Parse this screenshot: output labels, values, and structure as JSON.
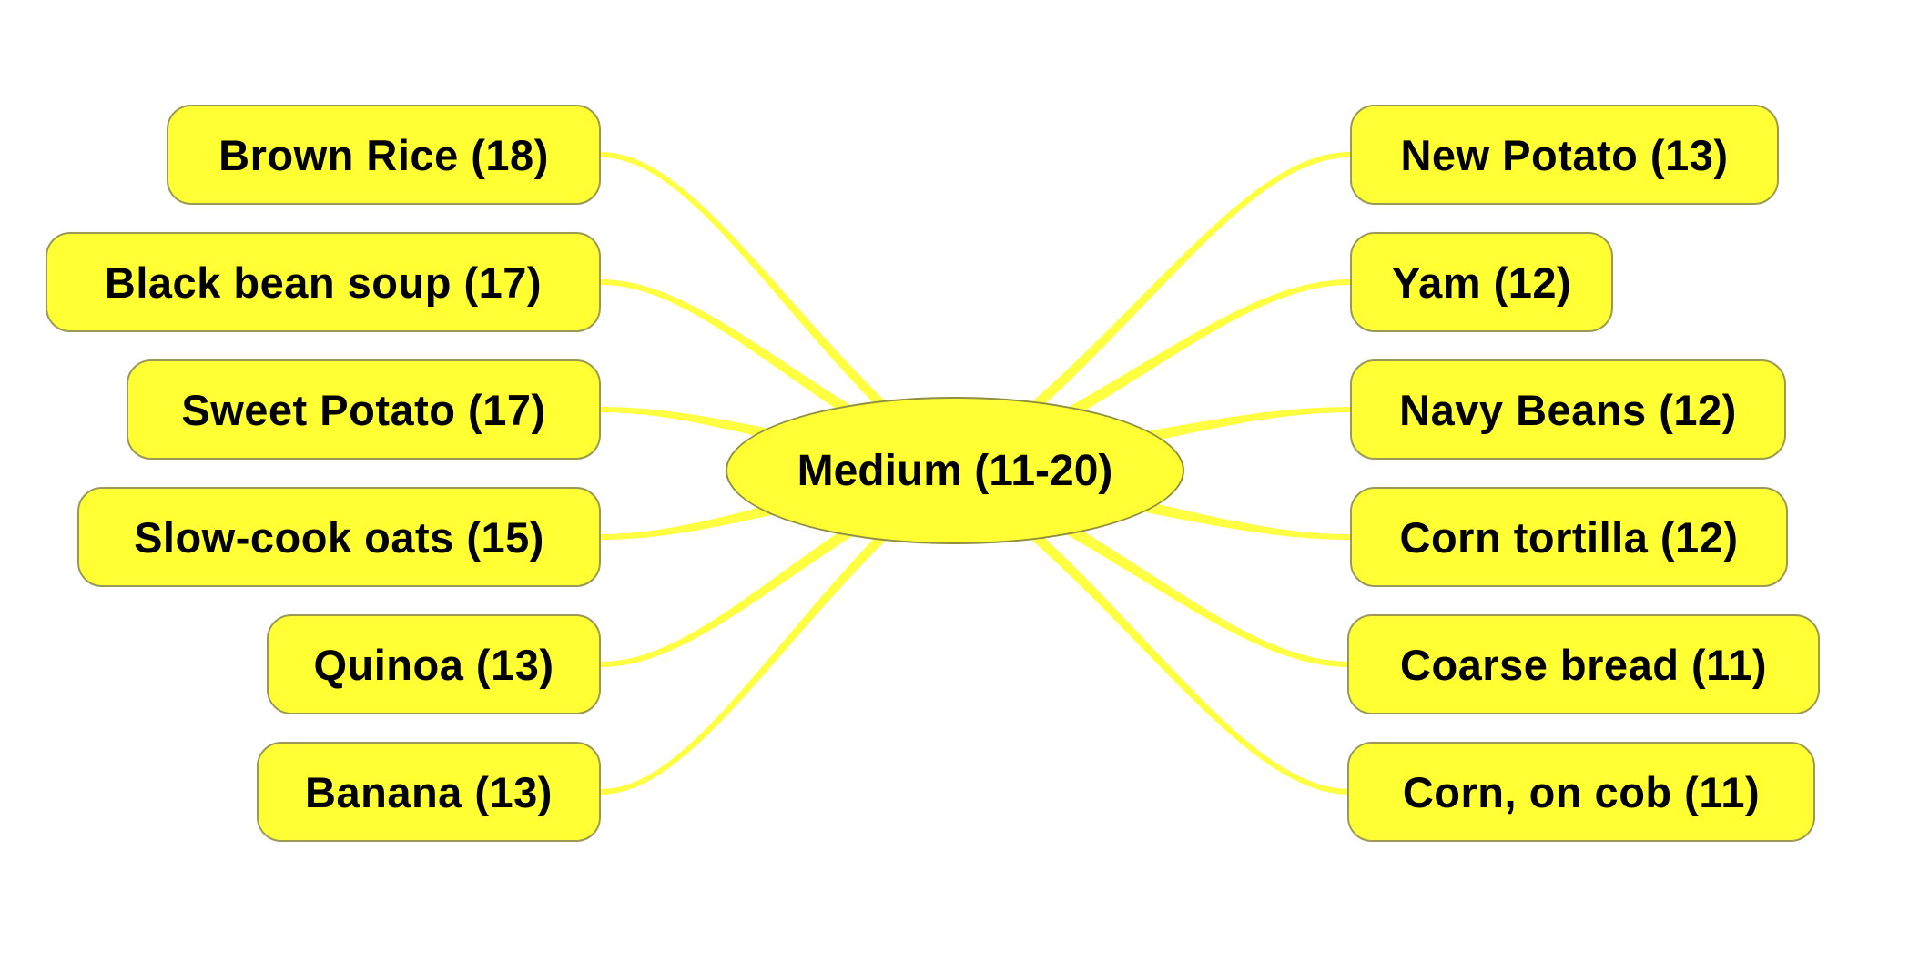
{
  "diagram": {
    "center": {
      "label": "Medium (11-20)"
    },
    "left_nodes": [
      {
        "label": "Brown Rice (18)"
      },
      {
        "label": "Black bean soup (17)"
      },
      {
        "label": "Sweet Potato (17)"
      },
      {
        "label": "Slow-cook oats (15)"
      },
      {
        "label": "Quinoa (13)"
      },
      {
        "label": "Banana (13)"
      }
    ],
    "right_nodes": [
      {
        "label": "New Potato (13)"
      },
      {
        "label": "Yam (12)"
      },
      {
        "label": "Navy Beans (12)"
      },
      {
        "label": "Corn tortilla (12)"
      },
      {
        "label": "Coarse bread (11)"
      },
      {
        "label": "Corn, on cob (11)"
      }
    ]
  },
  "colors": {
    "background": "#FFFFFF",
    "node_fill": "#FFFF33",
    "node_border": "#9A9A55",
    "ellipse_border": "#8F8F3F",
    "branch": "#FFFF42",
    "text": "#000000"
  }
}
